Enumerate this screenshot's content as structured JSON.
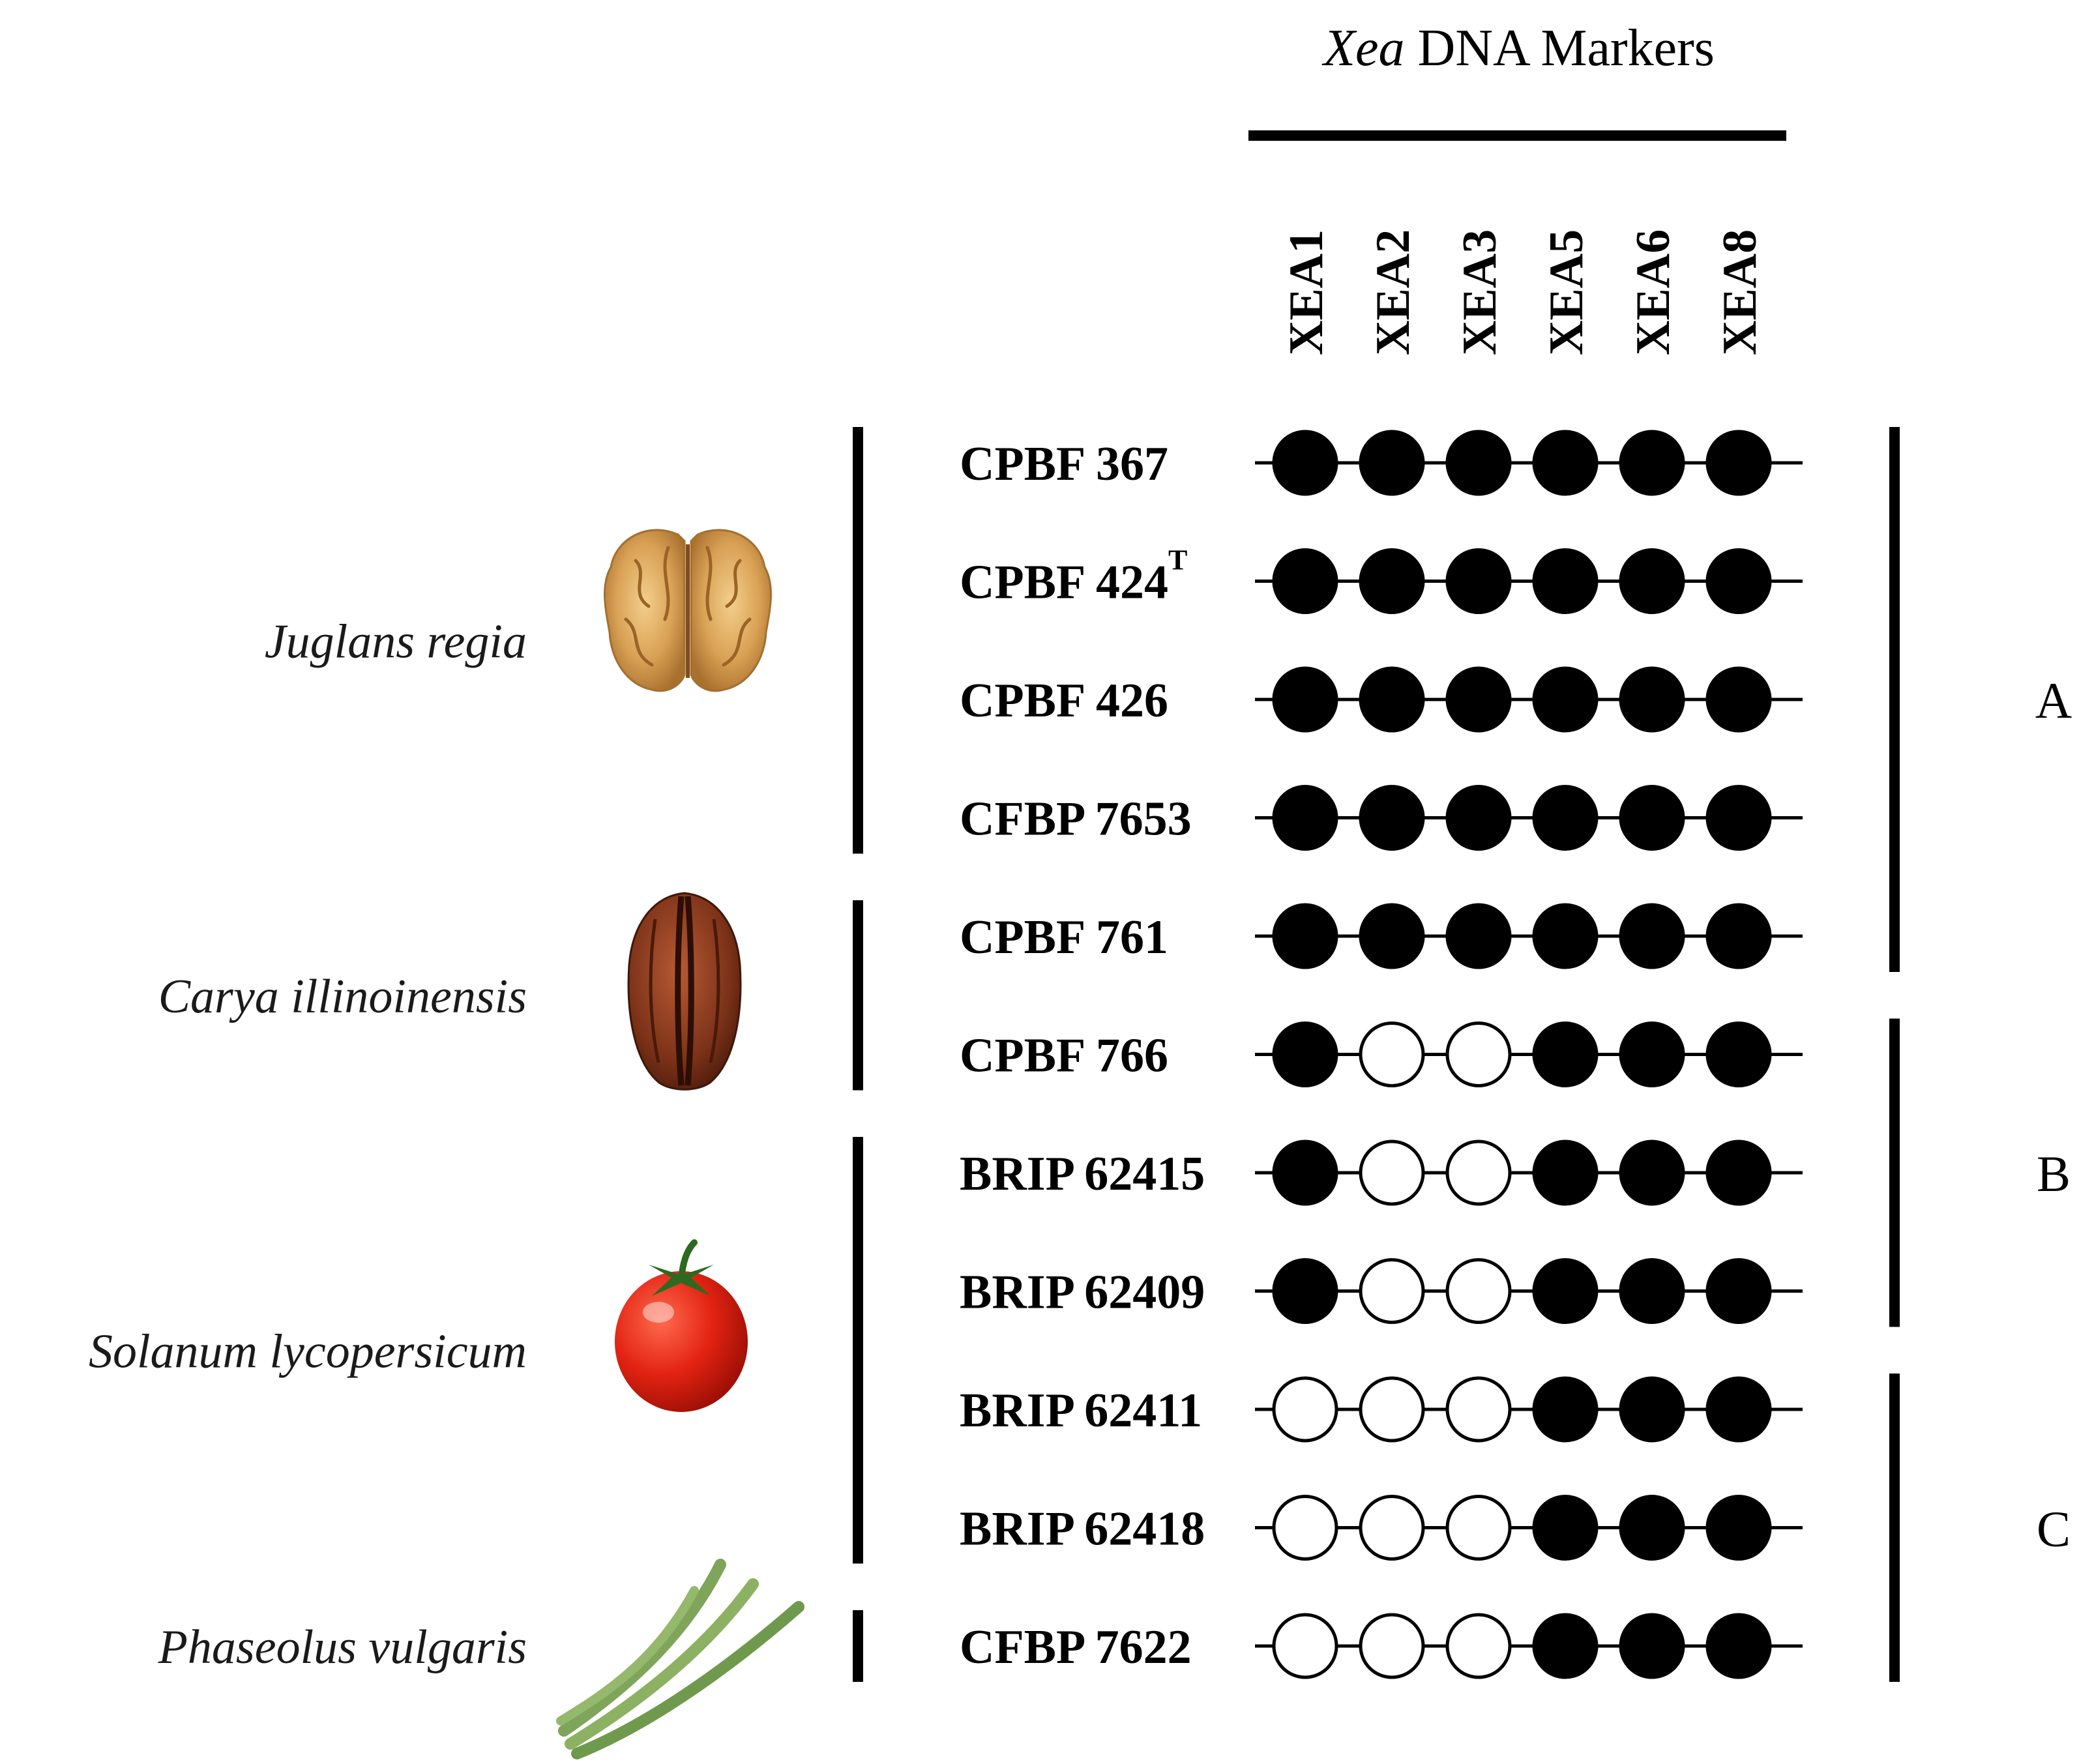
{
  "header": {
    "italic": "Xea",
    "rest": "DNA Markers"
  },
  "markers": [
    "XEA1",
    "XEA2",
    "XEA3",
    "XEA5",
    "XEA6",
    "XEA8"
  ],
  "species": [
    {
      "name": "Juglans regia",
      "icon": "walnut-icon",
      "rows": [
        0,
        3
      ]
    },
    {
      "name": "Carya illinoinensis",
      "icon": "pecan-icon",
      "rows": [
        4,
        5
      ]
    },
    {
      "name": "Solanum lycopersicum",
      "icon": "tomato-icon",
      "rows": [
        6,
        9
      ]
    },
    {
      "name": "Phaseolus vulgaris",
      "icon": "bean-icon",
      "rows": [
        10,
        10
      ]
    }
  ],
  "strains": [
    {
      "label": "CPBF 367",
      "sup": "",
      "profile": [
        1,
        1,
        1,
        1,
        1,
        1
      ]
    },
    {
      "label": "CPBF 424",
      "sup": "T",
      "profile": [
        1,
        1,
        1,
        1,
        1,
        1
      ]
    },
    {
      "label": "CPBF 426",
      "sup": "",
      "profile": [
        1,
        1,
        1,
        1,
        1,
        1
      ]
    },
    {
      "label": "CFBP 7653",
      "sup": "",
      "profile": [
        1,
        1,
        1,
        1,
        1,
        1
      ]
    },
    {
      "label": "CPBF 761",
      "sup": "",
      "profile": [
        1,
        1,
        1,
        1,
        1,
        1
      ]
    },
    {
      "label": "CPBF 766",
      "sup": "",
      "profile": [
        1,
        0,
        0,
        1,
        1,
        1
      ]
    },
    {
      "label": "BRIP 62415",
      "sup": "",
      "profile": [
        1,
        0,
        0,
        1,
        1,
        1
      ]
    },
    {
      "label": "BRIP 62409",
      "sup": "",
      "profile": [
        1,
        0,
        0,
        1,
        1,
        1
      ]
    },
    {
      "label": "BRIP 62411",
      "sup": "",
      "profile": [
        0,
        0,
        0,
        1,
        1,
        1
      ]
    },
    {
      "label": "BRIP 62418",
      "sup": "",
      "profile": [
        0,
        0,
        0,
        1,
        1,
        1
      ]
    },
    {
      "label": "CFBP 7622",
      "sup": "",
      "profile": [
        0,
        0,
        0,
        1,
        1,
        1
      ]
    }
  ],
  "groups": [
    {
      "label": "A",
      "rows": [
        0,
        4
      ]
    },
    {
      "label": "B",
      "rows": [
        5,
        7
      ]
    },
    {
      "label": "C",
      "rows": [
        8,
        10
      ]
    }
  ],
  "colors": {
    "present": "#000000",
    "absent": "#ffffff",
    "line": "#000000"
  }
}
